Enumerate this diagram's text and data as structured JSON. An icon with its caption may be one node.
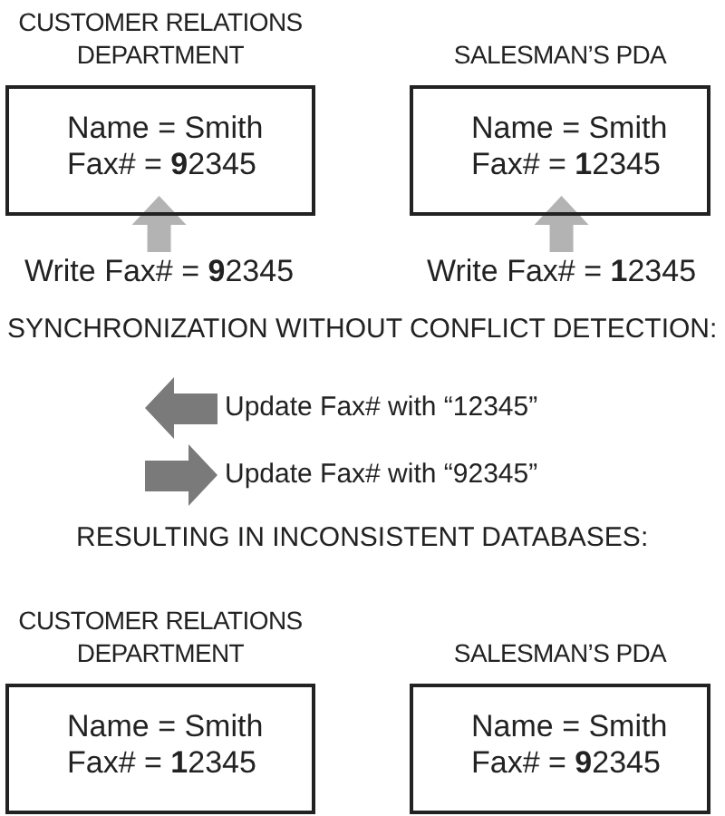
{
  "diagram": {
    "nodes": [
      {
        "text": [
          "CUSTOMER RELATIONS DEPARTMENT",
          "Name = Smith",
          "Fax# = **9**2345"
        ]
      },
      {
        "text": [
          "Write Fax# = **9**2345"
        ]
      },
      {
        "text": [
          "SALESMAN’S PDA",
          "Name = Smith",
          "Fax# = **1**2345"
        ]
      },
      {
        "text": [
          "Write Fax# = **1**2345"
        ]
      },
      {
        "text": [
          "CUSTOMER RELATIONS DEPARTMENT",
          "Name = Smith",
          "Fax# = **1**2345"
        ]
      },
      {
        "text": [
          "SALESMAN’S PDA",
          "Name = Smith",
          "Fax# = **9**2345"
        ]
      }
    ],
    "edges": [
      {
        "from": 1,
        "to": 0,
        "arrow": "to",
        "color": "#b3b3b3"
      },
      {
        "from": 3,
        "to": 2,
        "arrow": "to",
        "color": "#b3b3b3"
      }
    ],
    "labels": [
      "SYNCHRONIZATION WITHOUT CONFLICT DETECTION:",
      "Update Fax# with “12345”",
      "Update Fax# with “92345”",
      "RESULTING IN INCONSISTENT DATABASES:"
    ]
  }
}
